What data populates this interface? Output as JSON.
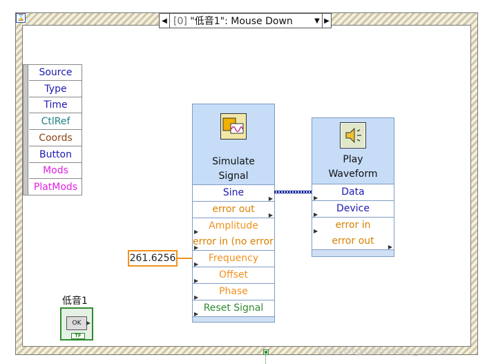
{
  "case_selector": {
    "index_label": "[0]",
    "event_label": "\"低音1\": Mouse Down"
  },
  "event_data": [
    {
      "label": "Source",
      "color": "#1a1ab0"
    },
    {
      "label": "Type",
      "color": "#1a1ab0"
    },
    {
      "label": "Time",
      "color": "#1a1ab0"
    },
    {
      "label": "CtlRef",
      "color": "#208080"
    },
    {
      "label": "Coords",
      "color": "#8b4513"
    },
    {
      "label": "Button",
      "color": "#1a1ab0"
    },
    {
      "label": "Mods",
      "color": "#e020e0"
    },
    {
      "label": "PlatMods",
      "color": "#e020e0"
    }
  ],
  "simulate_signal": {
    "title_line1": "Simulate",
    "title_line2": "Signal",
    "terminals": [
      {
        "label": "Sine",
        "color": "#1a1ab0",
        "dir": "out"
      },
      {
        "label": "error out",
        "color": "#d98000",
        "dir": "out"
      },
      {
        "label": "Amplitude",
        "color": "#f0911e",
        "dir": "in"
      },
      {
        "label": "error in (no error)",
        "color": "#d98000",
        "dir": "in"
      },
      {
        "label": "Frequency",
        "color": "#f0911e",
        "dir": "in"
      },
      {
        "label": "Offset",
        "color": "#f0911e",
        "dir": "in"
      },
      {
        "label": "Phase",
        "color": "#f0911e",
        "dir": "in"
      },
      {
        "label": "Reset Signal",
        "color": "#2f8a2f",
        "dir": "in"
      }
    ]
  },
  "play_waveform": {
    "title_line1": "Play",
    "title_line2": "Waveform",
    "terminals": [
      {
        "label": "Data",
        "color": "#1a1ab0",
        "dir": "in"
      },
      {
        "label": "Device",
        "color": "#1a1ab0",
        "dir": "in"
      },
      {
        "label": "error in",
        "color": "#d98000",
        "dir": "in"
      },
      {
        "label": "error out",
        "color": "#d98000",
        "dir": "out"
      }
    ]
  },
  "frequency_constant": "261.6256",
  "bool_control": {
    "label": "低音1",
    "button_text": "OK",
    "type_text": "TF"
  },
  "watermark": "https://blog.csdn.net/qq_2165625"
}
